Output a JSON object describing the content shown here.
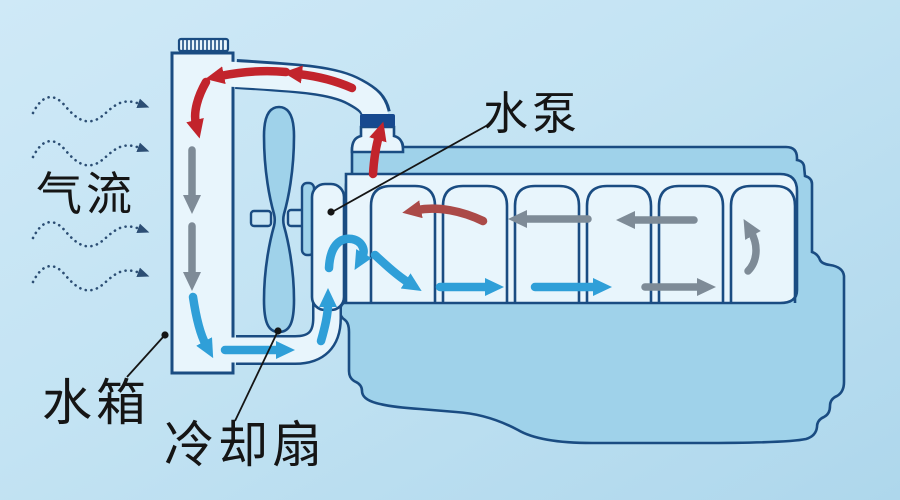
{
  "labels": {
    "airflow": "气流",
    "radiator": "水箱",
    "cooling_fan": "冷却扇",
    "water_pump": "水泵"
  },
  "colors": {
    "background_top": "#cfe9f7",
    "background_bottom": "#aed7ec",
    "outline": "#1a4c82",
    "light_fill": "#e8f5fc",
    "engine_fill": "#9fd2ea",
    "shaft_fill": "#c9e6f5",
    "thermostat_band": "#17498f",
    "hot_coolant": "#c2242c",
    "hot_coolant_engine": "#ab4a48",
    "cool_coolant": "#2f9fd8",
    "neutral_flow": "#7e8b97",
    "airflow_color": "#2c4e74",
    "label_color": "#151515"
  }
}
